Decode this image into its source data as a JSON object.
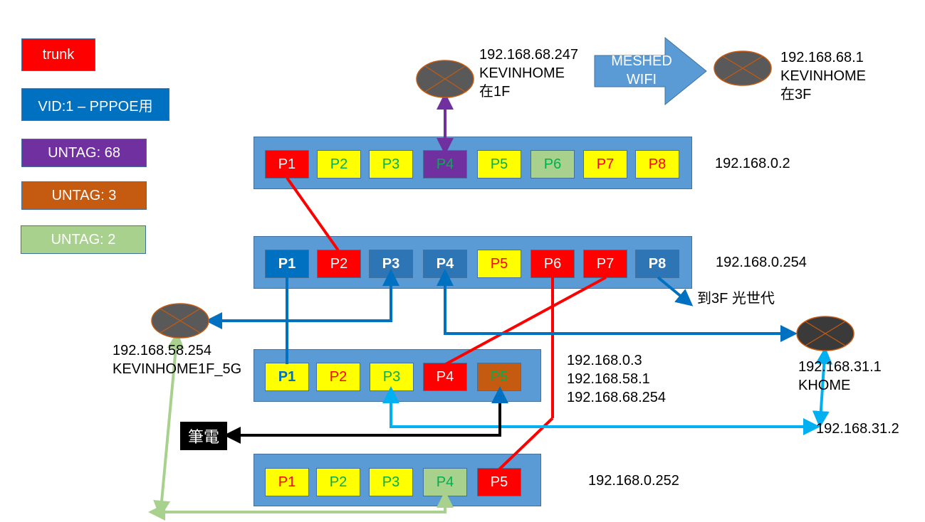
{
  "legend": [
    {
      "label": "trunk",
      "bg": "#ff0000"
    },
    {
      "label": "VID:1 – PPPOE用",
      "bg": "#0070c0"
    },
    {
      "label": "UNTAG: 68",
      "bg": "#7030a0"
    },
    {
      "label": "UNTAG: 3",
      "bg": "#c55a11"
    },
    {
      "label": "UNTAG: 2",
      "bg": "#a9d18e"
    }
  ],
  "colors": {
    "switch_body": "#5b9bd5",
    "trunk": "#ff0000",
    "vid1": "#0070c0",
    "untag68": "#7030a0",
    "untag3": "#c55a11",
    "untag2": "#a9d18e",
    "light_blue": "#00b0f0",
    "yellow": "#ffff00",
    "black": "#000000"
  },
  "switches": [
    {
      "id": "sw1",
      "ip_label": "192.168.0.2",
      "ports": [
        {
          "label": "P1",
          "bg": "#ff0000",
          "fg": "#ffffff"
        },
        {
          "label": "P2",
          "bg": "#ffff00",
          "fg": "#00b050"
        },
        {
          "label": "P3",
          "bg": "#ffff00",
          "fg": "#00b050"
        },
        {
          "label": "P4",
          "bg": "#7030a0",
          "fg": "#00b050"
        },
        {
          "label": "P5",
          "bg": "#ffff00",
          "fg": "#00b050"
        },
        {
          "label": "P6",
          "bg": "#a9d18e",
          "fg": "#00b050"
        },
        {
          "label": "P7",
          "bg": "#ffff00",
          "fg": "#ff0000"
        },
        {
          "label": "P8",
          "bg": "#ffff00",
          "fg": "#ff0000"
        }
      ]
    },
    {
      "id": "sw2",
      "ip_label": "192.168.0.254",
      "ports": [
        {
          "label": "P1",
          "bg": "#0070c0",
          "fg": "#ffffff"
        },
        {
          "label": "P2",
          "bg": "#ff0000",
          "fg": "#ffffff"
        },
        {
          "label": "P3",
          "bg": "#2e75b6",
          "fg": "#ffffff"
        },
        {
          "label": "P4",
          "bg": "#2e75b6",
          "fg": "#ffffff"
        },
        {
          "label": "P5",
          "bg": "#ffff00",
          "fg": "#ff0000"
        },
        {
          "label": "P6",
          "bg": "#ff0000",
          "fg": "#ffffff"
        },
        {
          "label": "P7",
          "bg": "#ff0000",
          "fg": "#ffffff"
        },
        {
          "label": "P8",
          "bg": "#2e75b6",
          "fg": "#ffffff"
        }
      ]
    },
    {
      "id": "sw3",
      "ip_label": "192.168.0.3\n192.168.58.1\n192.168.68.254",
      "ports": [
        {
          "label": "P1",
          "bg": "#ffff00",
          "fg": "#0070c0"
        },
        {
          "label": "P2",
          "bg": "#ffff00",
          "fg": "#ff0000"
        },
        {
          "label": "P3",
          "bg": "#ffff00",
          "fg": "#00b050"
        },
        {
          "label": "P4",
          "bg": "#ff0000",
          "fg": "#ffffff"
        },
        {
          "label": "P5",
          "bg": "#c55a11",
          "fg": "#00b050"
        }
      ]
    },
    {
      "id": "sw4",
      "ip_label": "192.168.0.252",
      "ports": [
        {
          "label": "P1",
          "bg": "#ffff00",
          "fg": "#ff0000"
        },
        {
          "label": "P2",
          "bg": "#ffff00",
          "fg": "#00b050"
        },
        {
          "label": "P3",
          "bg": "#ffff00",
          "fg": "#00b050"
        },
        {
          "label": "P4",
          "bg": "#a9d18e",
          "fg": "#00b050"
        },
        {
          "label": "P5",
          "bg": "#ff0000",
          "fg": "#ffffff"
        }
      ]
    }
  ],
  "routers": {
    "ap1f": {
      "label": "192.168.68.247\nKEVINHOME\n在1F"
    },
    "ap3f": {
      "label": "192.168.68.1\nKEVINHOME\n在3F"
    },
    "ap5g": {
      "label": "192.168.58.254\nKEVINHOME1F_5G"
    },
    "khome": {
      "label": "192.168.31.1\nKHOME"
    }
  },
  "mesh_arrow": {
    "line1": "MESHED",
    "line2": "WIFI"
  },
  "labels": {
    "to_3f": "到3F 光世代",
    "khome_client": "192.168.31.2",
    "laptop": "筆電"
  }
}
